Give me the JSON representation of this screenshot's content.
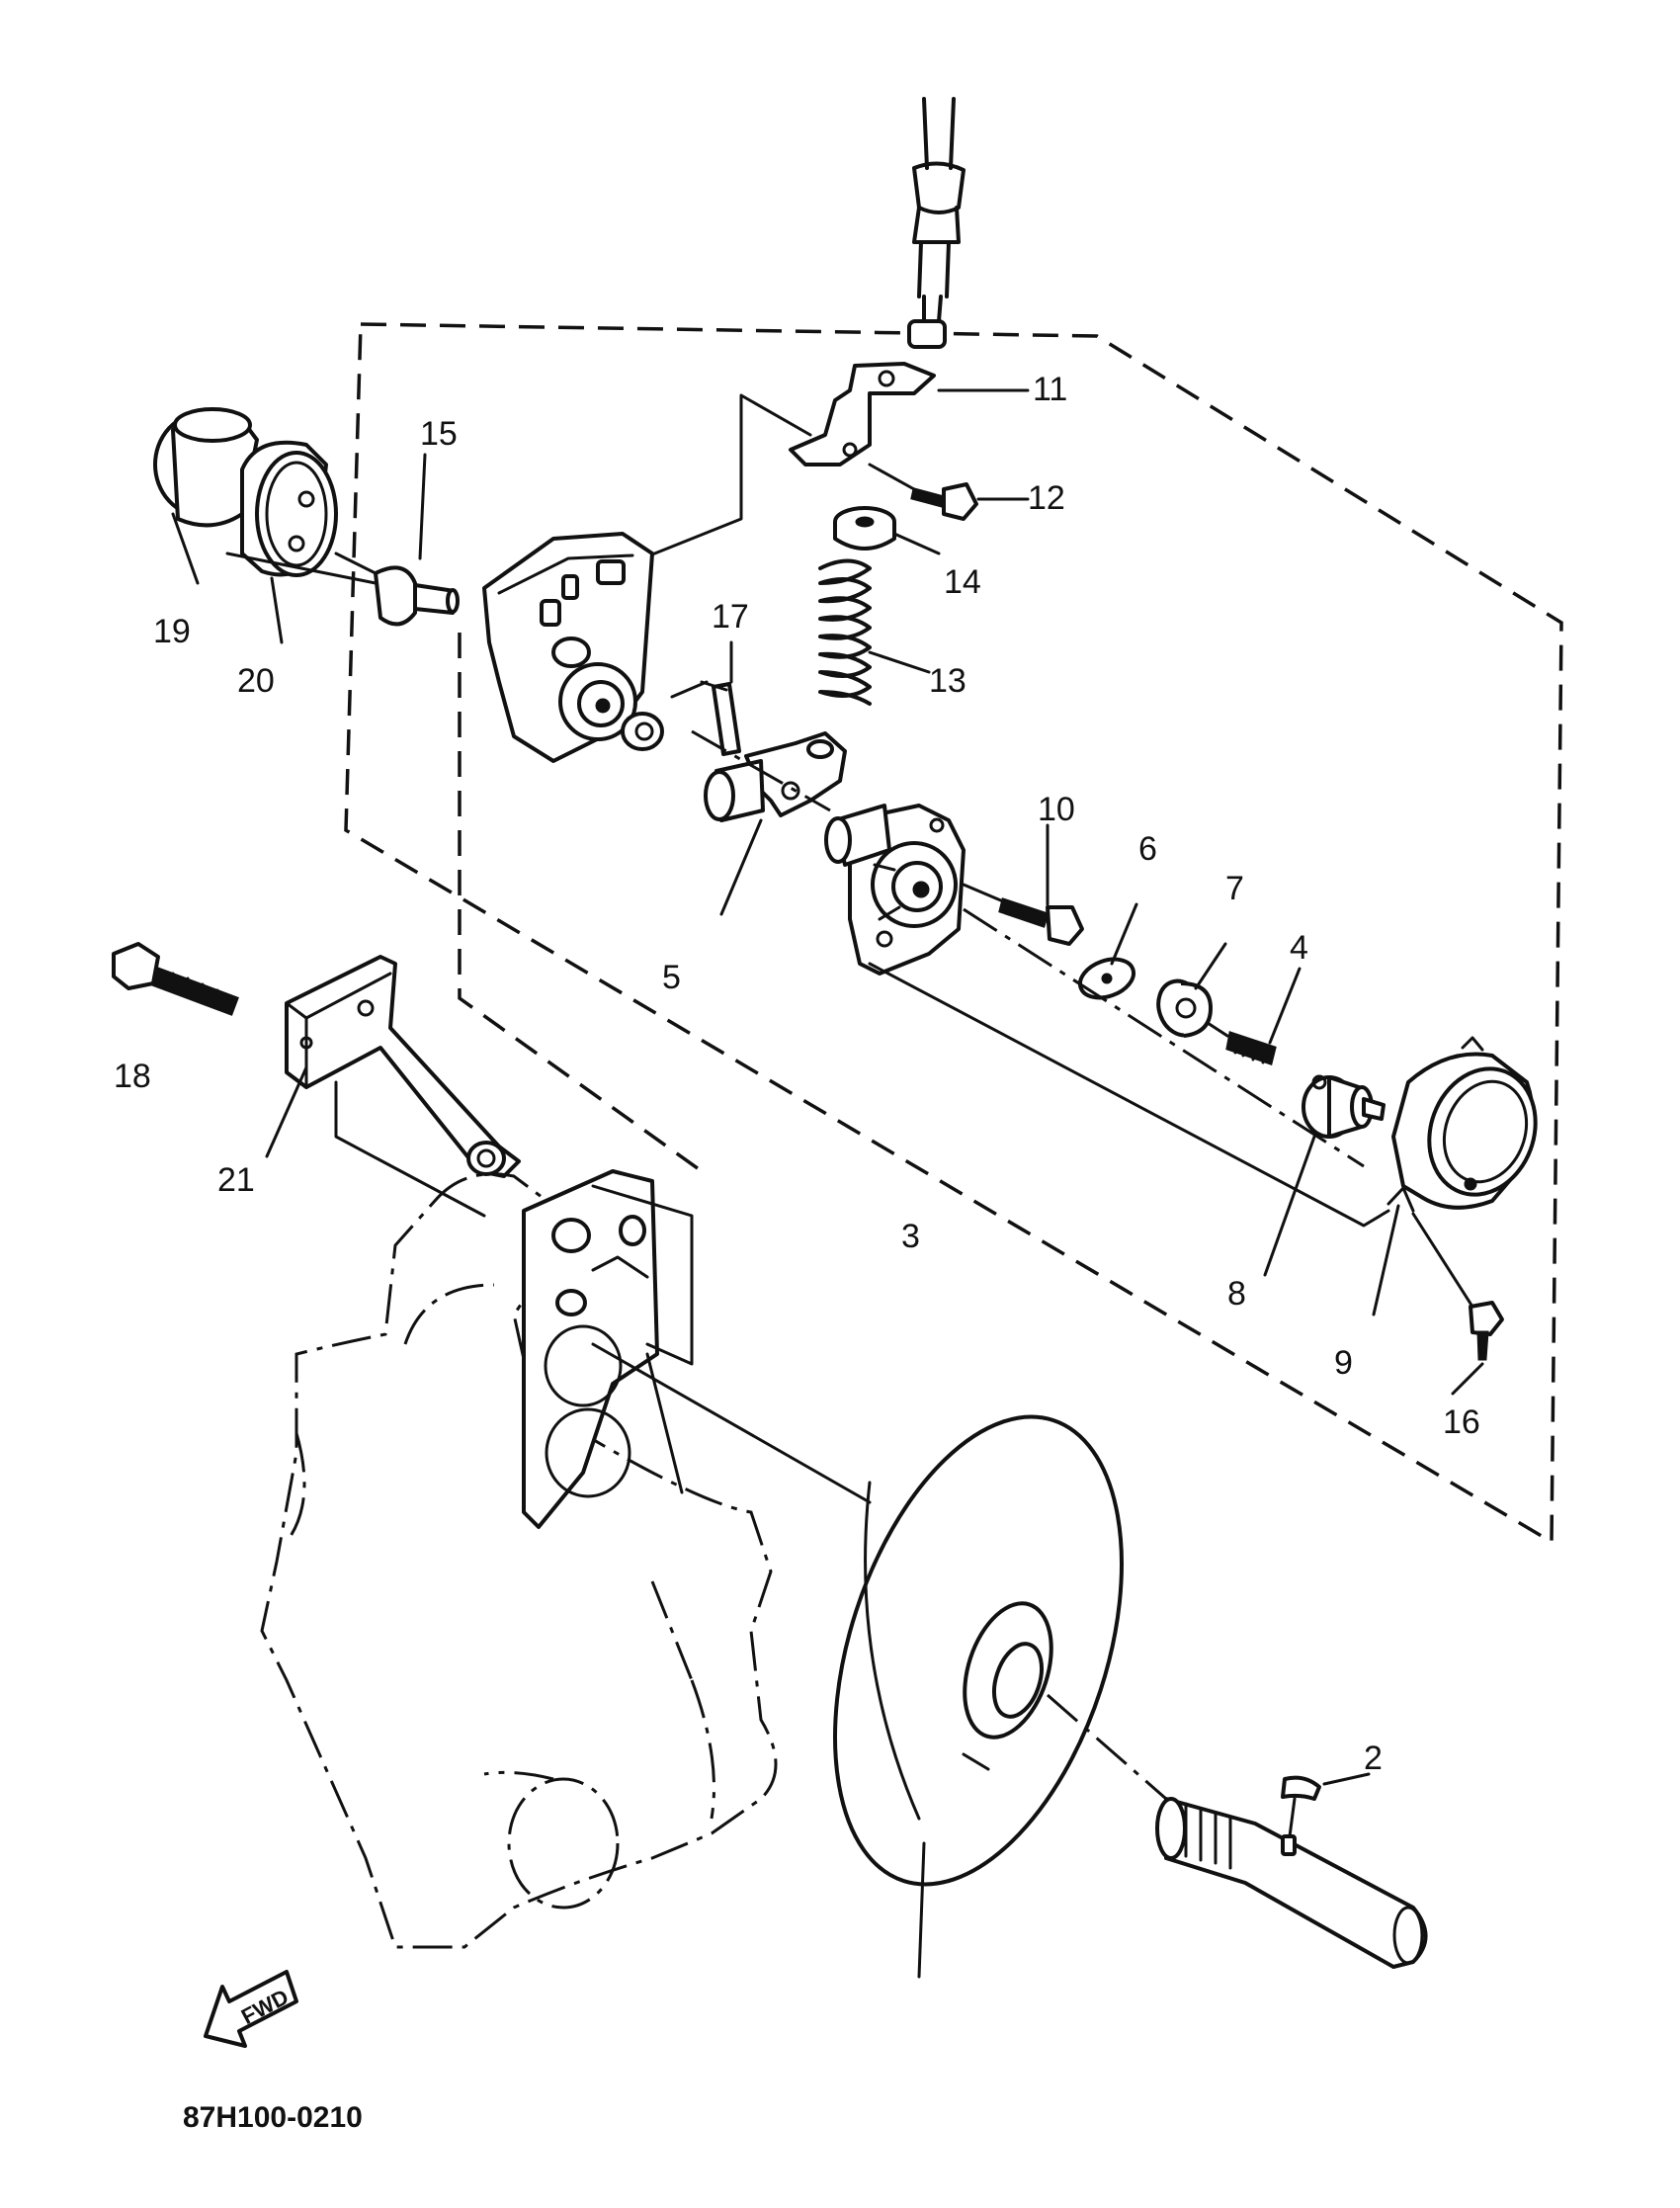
{
  "diagram": {
    "drawing_code": "87H100-0210",
    "direction_arrow_label": "FWD",
    "part_labels": [
      "2",
      "3",
      "4",
      "5",
      "6",
      "7",
      "8",
      "9",
      "10",
      "11",
      "12",
      "13",
      "14",
      "15",
      "16",
      "17",
      "18",
      "19",
      "20",
      "21"
    ]
  }
}
